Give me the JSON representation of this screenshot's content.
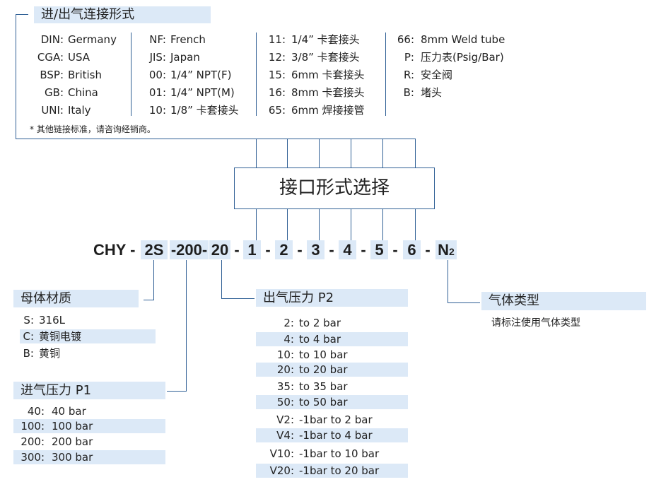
{
  "connection": {
    "title": "进/出气连接形式",
    "col1": [
      {
        "k": "DIN:",
        "v": "Germany"
      },
      {
        "k": "CGA:",
        "v": "USA"
      },
      {
        "k": "BSP:",
        "v": "British"
      },
      {
        "k": "GB:",
        "v": "China"
      },
      {
        "k": "UNI:",
        "v": "Italy"
      }
    ],
    "col2": [
      {
        "k": "NF:",
        "v": "French"
      },
      {
        "k": "JIS:",
        "v": "Japan"
      },
      {
        "k": "00:",
        "v": "1/4” NPT(F)"
      },
      {
        "k": "01:",
        "v": "1/4” NPT(M)"
      },
      {
        "k": "10:",
        "v": "1/8”  卡套接头"
      }
    ],
    "col3": [
      {
        "k": "11:",
        "v": "1/4”  卡套接头"
      },
      {
        "k": "12:",
        "v": "3/8”  卡套接头"
      },
      {
        "k": "15:",
        "v": "6mm 卡套接头"
      },
      {
        "k": "16:",
        "v": "8mm 卡套接头"
      },
      {
        "k": "65:",
        "v": "6mm 焊接接管"
      }
    ],
    "col4": [
      {
        "k": "66:",
        "v": "8mm Weld tube"
      },
      {
        "k": "P:",
        "v": "压力表(Psig/Bar)"
      },
      {
        "k": "R:",
        "v": "安全阀"
      },
      {
        "k": "B:",
        "v": "堵头"
      }
    ],
    "note": "* 其他链接标准，请咨询经销商。"
  },
  "interface_box": {
    "label": "接口形式选择"
  },
  "code": {
    "prefix": "CHY -",
    "parts": [
      "2S",
      "-200-",
      "20",
      "-",
      "1",
      "-",
      "2",
      "-",
      "3",
      "-",
      "4",
      "-",
      "5",
      "-",
      "6",
      "-",
      "N",
      "2"
    ]
  },
  "body_material": {
    "title": "母体材质",
    "items": [
      {
        "k": "S:",
        "v": "316L",
        "hl": false
      },
      {
        "k": "C:",
        "v": "黄铜电镀",
        "hl": true
      },
      {
        "k": "B:",
        "v": "黄铜",
        "hl": false
      }
    ]
  },
  "inlet_pressure": {
    "title": "进气压力 P1",
    "items": [
      {
        "k": "40:",
        "v": "40 bar",
        "hl": false
      },
      {
        "k": "100:",
        "v": "100 bar",
        "hl": true
      },
      {
        "k": "200:",
        "v": "200 bar",
        "hl": false
      },
      {
        "k": "300:",
        "v": "300 bar",
        "hl": true
      }
    ]
  },
  "outlet_pressure": {
    "title": "出气压力 P2",
    "items": [
      {
        "k": "2:",
        "v": "to 2 bar",
        "hl": false
      },
      {
        "k": "4:",
        "v": "to 4 bar",
        "hl": true
      },
      {
        "k": "10:",
        "v": "to 10 bar",
        "hl": false
      },
      {
        "k": "20:",
        "v": "to 20 bar",
        "hl": true
      },
      {
        "k": "35:",
        "v": "to 35 bar",
        "hl": false
      },
      {
        "k": "50:",
        "v": "to 50 bar",
        "hl": true
      },
      {
        "k": "V2:",
        "v": "-1bar to 2 bar",
        "hl": false
      },
      {
        "k": "V4:",
        "v": "-1bar to 4 bar",
        "hl": true
      },
      {
        "k": "V10:",
        "v": "-1bar to 10 bar",
        "hl": false
      },
      {
        "k": "V20:",
        "v": "-1bar to 20 bar",
        "hl": true
      }
    ]
  },
  "gas_type": {
    "title": "气体类型",
    "note": "请标注使用气体类型"
  },
  "colors": {
    "line": "#2f5f95",
    "highlight": "#dce9f7",
    "text": "#222222"
  }
}
